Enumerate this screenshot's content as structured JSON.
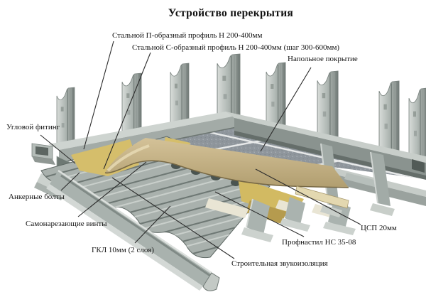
{
  "title": "Устройство перекрытия",
  "labels": [
    {
      "id": "steel-u-profile",
      "text": "Стальной П-образный профиль Н 200-400мм"
    },
    {
      "id": "steel-c-profile",
      "text": "Стальной С-образный профиль Н 200-400мм (шаг 300-600мм)"
    },
    {
      "id": "floor-covering",
      "text": "Напольное покрытие"
    },
    {
      "id": "corner-fitting",
      "text": "Угловой фитинг"
    },
    {
      "id": "anchor-bolts",
      "text": "Анкерные болты"
    },
    {
      "id": "self-tapping-screws",
      "text": "Самонарезающие винты"
    },
    {
      "id": "gkl-board",
      "text": "ГКЛ 10мм (2 слоя)"
    },
    {
      "id": "sound-insulation",
      "text": "Строительная звукоизоляция"
    },
    {
      "id": "profiled-sheet",
      "text": "Профнастил НС 35-08"
    },
    {
      "id": "csp-board",
      "text": "ЦСП 20мм"
    }
  ],
  "palette": {
    "background": "#ffffff",
    "steel_light": "#cdd3cf",
    "steel_mid": "#a7afab",
    "steel_dark": "#7b847f",
    "steel_shadow": "#59635e",
    "tile_floor": "#8f969c",
    "grout": "#eceeee",
    "board_tan": "#c3b088",
    "board_edge": "#776844",
    "board_cream": "#e3d8b0",
    "insulation_yellow": "#d5be6b",
    "leader_line": "#2b2b2b",
    "text": "#141414"
  }
}
